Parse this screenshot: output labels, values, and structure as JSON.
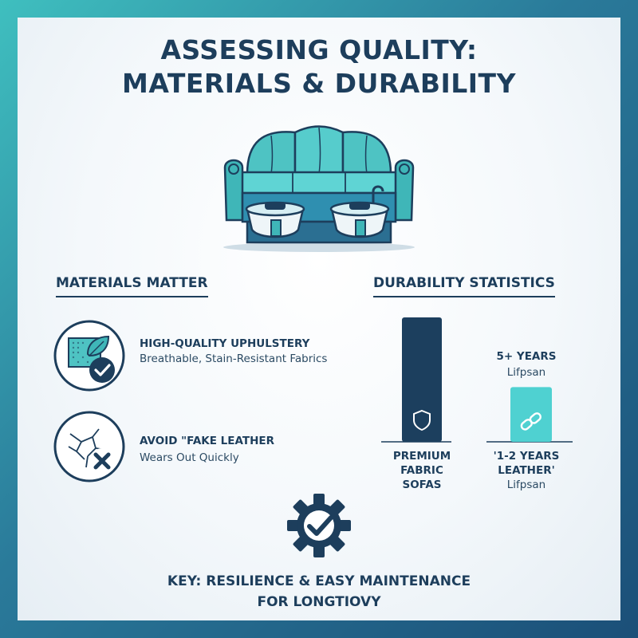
{
  "title": {
    "line1": "ASSESSING QUALITY:",
    "line2": "MATERIALS & DURABILITY"
  },
  "hero": {
    "icon": "sofa-with-footbath-icon"
  },
  "materials": {
    "heading": "MATERIALS MATTER",
    "items": [
      {
        "icon": "fabric-leaf-check-icon",
        "title": "HIGH-QUALITY UPHULSTERY",
        "subtitle": "Breathable, Stain-Resistant Fabrics"
      },
      {
        "icon": "cracked-leather-x-icon",
        "title": "AVOID \"FAKE LEATHER",
        "subtitle": "Wears Out Quickly"
      }
    ]
  },
  "durability": {
    "heading": "DURABILITY STATISTICS",
    "bars": [
      {
        "icon": "shield-icon",
        "label_lines": [
          "PREMIUM",
          "FABRIC",
          "SOFAS"
        ],
        "color": "#1c3f5e",
        "level": 1.0
      },
      {
        "icon": "link-icon",
        "value": "5+ YEARS",
        "value_sub": "Lifpsan",
        "label_lines": [
          "'1-2 YEARS",
          "LEATHER'"
        ],
        "label_sub": "Lifpsan",
        "color": "#4fd1d1",
        "level": 0.44
      }
    ]
  },
  "footer": {
    "icon": "gear-check-icon",
    "line1": "KEY: RESILIENCE & EASY MAINTENANCE",
    "line2": "FOR LONGTIOVY"
  },
  "colors": {
    "navy": "#1d3e5c",
    "teal": "#4fd1d1",
    "background": "#f4f8fb"
  }
}
